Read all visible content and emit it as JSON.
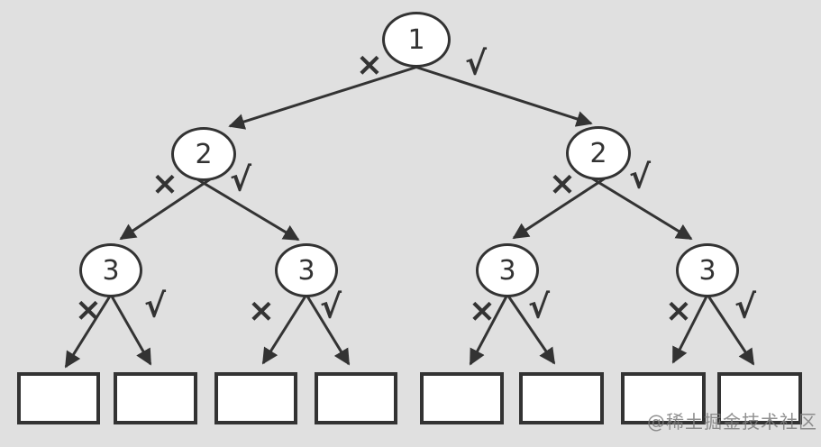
{
  "colors": {
    "background": "#e0e0e0",
    "stroke": "#333333",
    "node_fill": "#ffffff",
    "watermark_gray": "#7d7d7d"
  },
  "tree": {
    "type": "binary-decision-tree",
    "depth": 3,
    "root": {
      "label": "1"
    },
    "level2": [
      {
        "label": "2"
      },
      {
        "label": "2"
      }
    ],
    "level3": [
      {
        "label": "3"
      },
      {
        "label": "3"
      },
      {
        "label": "3"
      },
      {
        "label": "3"
      }
    ],
    "leaf_count": 8,
    "leaves": [
      "",
      "",
      "",
      "",
      "",
      "",
      "",
      ""
    ],
    "edge_labels": {
      "left": "×",
      "right": "√"
    }
  },
  "watermark": "@稀土掘金技术社区"
}
